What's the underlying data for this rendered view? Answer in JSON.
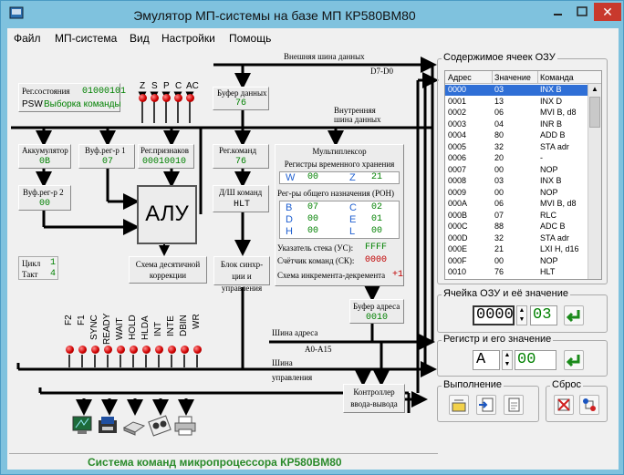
{
  "window": {
    "title": "Эмулятор МП-системы на базе МП КР580ВМ80"
  },
  "menu": [
    "Файл",
    "МП-система",
    "Вид",
    "Настройки",
    "Помощь"
  ],
  "regs": {
    "status_label": "Рег.состояния",
    "psw_label": "PSW",
    "status_value": "01000101",
    "status_text": "Выборка команды",
    "flag_names": [
      "Z",
      "S",
      "P",
      "C",
      "AC"
    ],
    "data_buffer_label": "Буфер данных",
    "data_buffer_value": "76",
    "acc_label": "Аккумулятор",
    "acc_value": "0B",
    "buf1_label": "Вуф.рег-р 1",
    "buf1_value": "07",
    "flags_label": "Рег.признаков",
    "flags_value": "00010010",
    "cmd_label": "Рег.команд",
    "cmd_value": "76",
    "buf2_label": "Вуф.рег-р 2",
    "buf2_value": "00",
    "decoder_label": "Д/Ш команд",
    "decoder_value": "HLT",
    "alu_label": "АЛУ",
    "cycle_label": "Цикл",
    "cycle_value": "1",
    "tact_label": "Такт",
    "tact_value": "4",
    "decimal_corr_label": "Схема десятичной коррекции",
    "sync_label": "Блок синхр-ции и управления"
  },
  "mux": {
    "title": "Мультиплексор",
    "temp_title": "Регистры временного хранения",
    "w_name": "W",
    "w_value": "00",
    "z_name": "Z",
    "z_value": "21",
    "gpr_title": "Рег-ры общего назначения (РОН)",
    "b_name": "B",
    "b_value": "07",
    "c_name": "C",
    "c_value": "02",
    "d_name": "D",
    "d_value": "00",
    "e_name": "E",
    "e_value": "01",
    "h_name": "H",
    "h_value": "00",
    "l_name": "L",
    "l_value": "00",
    "sp_label": "Указатель стека (УС):",
    "sp_value": "FFFF",
    "pc_label": "Счётчик команд (СК):",
    "pc_value": "0000",
    "incdec_label": "Схема инкремента-декремента",
    "incdec_value": "+1"
  },
  "addr_buffer": {
    "label": "Буфер адреса",
    "value": "0010"
  },
  "buses": {
    "ext_data": "Внешняя шина данных",
    "ext_data_pins": "D7-D0",
    "int_data_1": "Внутренняя",
    "int_data_2": "шина данных",
    "addr": "Шина адреса",
    "addr_pins": "A0-A15",
    "ctrl_1": "Шина",
    "ctrl_2": "управления",
    "io_ctrl": "Контроллер ввода-вывода"
  },
  "signals": [
    "F2",
    "F1",
    "SYNC",
    "READY",
    "WAIT",
    "HOLD",
    "HLDA",
    "INT",
    "INTE",
    "DBIN",
    "WR"
  ],
  "footer": "Система команд микропроцессора КР580ВМ80",
  "ram": {
    "title": "Содержимое ячеек ОЗУ",
    "headers": [
      "Адрес",
      "Значение",
      "Команда"
    ],
    "rows": [
      [
        "0000",
        "03",
        "INX B"
      ],
      [
        "0001",
        "13",
        "INX D"
      ],
      [
        "0002",
        "06",
        "MVI B, d8"
      ],
      [
        "0003",
        "04",
        "INR B"
      ],
      [
        "0004",
        "80",
        "ADD B"
      ],
      [
        "0005",
        "32",
        "STA adr"
      ],
      [
        "0006",
        "20",
        "-"
      ],
      [
        "0007",
        "00",
        "NOP"
      ],
      [
        "0008",
        "03",
        "INX B"
      ],
      [
        "0009",
        "00",
        "NOP"
      ],
      [
        "000A",
        "06",
        "MVI B, d8"
      ],
      [
        "000B",
        "07",
        "RLC"
      ],
      [
        "000C",
        "88",
        "ADC B"
      ],
      [
        "000D",
        "32",
        "STA adr"
      ],
      [
        "000E",
        "21",
        "LXI H, d16"
      ],
      [
        "000F",
        "00",
        "NOP"
      ],
      [
        "0010",
        "76",
        "HLT"
      ]
    ]
  },
  "cell": {
    "title": "Ячейка ОЗУ и её значение",
    "address": "0000",
    "value": "03"
  },
  "register": {
    "title": "Регистр и его значение",
    "name": "A",
    "value": "00"
  },
  "exec": {
    "title": "Выполнение"
  },
  "reset": {
    "title": "Сброс"
  }
}
